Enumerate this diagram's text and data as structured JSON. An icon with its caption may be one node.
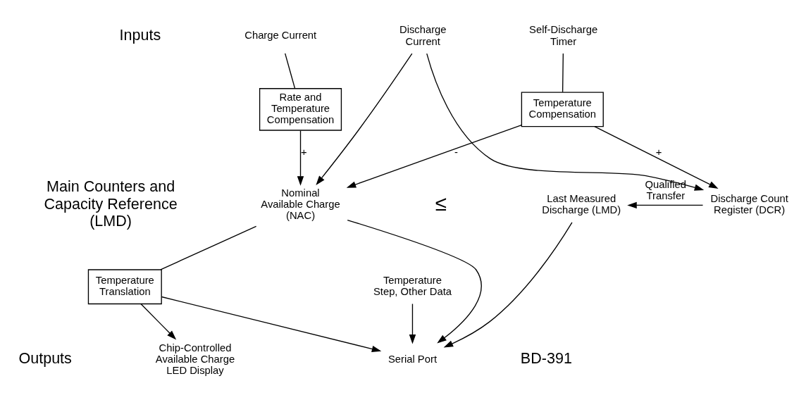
{
  "diagram": {
    "nodes": [
      {
        "text": [
          "Charge Current"
        ]
      },
      {
        "text": [
          "Discharge Current"
        ]
      },
      {
        "text": [
          "Self-Discharge Timer"
        ]
      },
      {
        "text": [
          "Rate and Temperature Compensation"
        ]
      },
      {
        "text": [
          "Temperature Compensation"
        ]
      },
      {
        "text": [
          "Nominal Available Charge (NAC)"
        ]
      },
      {
        "text": [
          "Last Measured Discharge (LMD)"
        ]
      },
      {
        "text": [
          "Discharge Count Register (DCR)"
        ]
      },
      {
        "text": [
          "Temperature Translation"
        ]
      },
      {
        "text": [
          "Chip-Controlled Available Charge LED Display"
        ]
      },
      {
        "text": [
          "Serial Port"
        ]
      },
      {
        "text": [
          "Temperature Step, Other Data"
        ]
      }
    ],
    "edges": [
      {
        "from": 0,
        "to": 3,
        "arrow": "none"
      },
      {
        "from": 2,
        "to": 4,
        "arrow": "none"
      },
      {
        "from": 3,
        "to": 5,
        "arrow": "to",
        "label": "+"
      },
      {
        "from": 1,
        "to": 5,
        "arrow": "to"
      },
      {
        "from": 1,
        "to": 7,
        "arrow": "to"
      },
      {
        "from": 4,
        "to": 5,
        "arrow": "to",
        "label": "-"
      },
      {
        "from": 4,
        "to": 7,
        "arrow": "to",
        "label": "+"
      },
      {
        "from": 7,
        "to": 6,
        "arrow": "to",
        "label": "Qualified Transfer"
      },
      {
        "from": 5,
        "to": 8,
        "arrow": "none"
      },
      {
        "from": 5,
        "to": 10,
        "arrow": "to"
      },
      {
        "from": 8,
        "to": 9,
        "arrow": "to"
      },
      {
        "from": 8,
        "to": 10,
        "arrow": "to"
      },
      {
        "from": 6,
        "to": 10,
        "arrow": "to"
      },
      {
        "from": 11,
        "to": 10,
        "arrow": "to"
      }
    ],
    "labels": [
      "Inputs",
      "Main Counters and Capacity Reference (LMD)",
      "≤",
      "Outputs",
      "BD-391"
    ]
  }
}
